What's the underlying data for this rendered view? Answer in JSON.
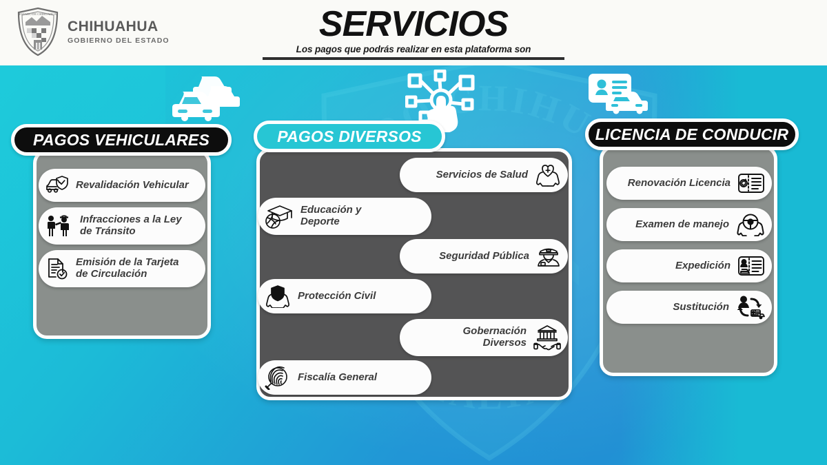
{
  "header": {
    "brand_name": "CHIHUAHUA",
    "brand_subtitle": "GOBIERNO DEL ESTADO",
    "logo_icon": "chihuahua-state-shield-icon",
    "title": "SERVICIOS",
    "subtitle": "Los pagos que podrás realizar en esta plataforma son"
  },
  "background": {
    "watermark_text_top": "ESTADO CHIHUAHUA",
    "watermark_text_bottom": "LEALTAD",
    "gradient_from": "#1ECADB",
    "gradient_to": "#2196D6"
  },
  "columns": [
    {
      "id": "pagos-vehiculares",
      "header_label": "PAGOS VEHICULARES",
      "header_style": "dark",
      "header_color": "#0D0D0D",
      "panel_color": "#8A8F8C",
      "deco_icon": "cars-traffic-icon",
      "items": [
        {
          "label": "Revalidación Vehicular",
          "icon": "car-shield-check-icon",
          "align": "left"
        },
        {
          "label": "Infracciones a la Ley\nde Tránsito",
          "icon": "officer-citation-icon",
          "align": "left"
        },
        {
          "label": "Emisión de la Tarjeta\nde Circulación",
          "icon": "document-check-icon",
          "align": "left"
        }
      ]
    },
    {
      "id": "pagos-diversos",
      "header_label": "PAGOS DIVERSOS",
      "header_style": "teal",
      "header_color": "#27C6D4",
      "panel_color": "#545455",
      "deco_icon": "digital-touch-network-icon",
      "items": [
        {
          "label": "Servicios de Salud",
          "icon": "hands-heart-plus-icon",
          "align": "right"
        },
        {
          "label": "Educación y\nDeporte",
          "icon": "graduation-cap-ball-icon",
          "align": "left"
        },
        {
          "label": "Seguridad Pública",
          "icon": "police-officer-icon",
          "align": "right"
        },
        {
          "label": "Protección Civil",
          "icon": "hands-shield-icon",
          "align": "left"
        },
        {
          "label": "Gobernación\nDiversos",
          "icon": "government-handshake-icon",
          "align": "right"
        },
        {
          "label": "Fiscalía General",
          "icon": "fingerprint-magnifier-icon",
          "align": "left"
        }
      ]
    },
    {
      "id": "licencia-de-conducir",
      "header_label": "LICENCIA DE CONDUCIR",
      "header_style": "dark",
      "header_color": "#0D0D0D",
      "panel_color": "#8A8F8C",
      "deco_icon": "id-card-car-icon",
      "items": [
        {
          "label": "Renovación Licencia",
          "icon": "license-renew-icon",
          "align": "right"
        },
        {
          "label": "Examen de manejo",
          "icon": "steering-wheel-hands-icon",
          "align": "right"
        },
        {
          "label": "Expedición",
          "icon": "id-card-issue-icon",
          "align": "right"
        },
        {
          "label": "Sustitución",
          "icon": "person-swap-card-icon",
          "align": "right"
        }
      ]
    }
  ]
}
